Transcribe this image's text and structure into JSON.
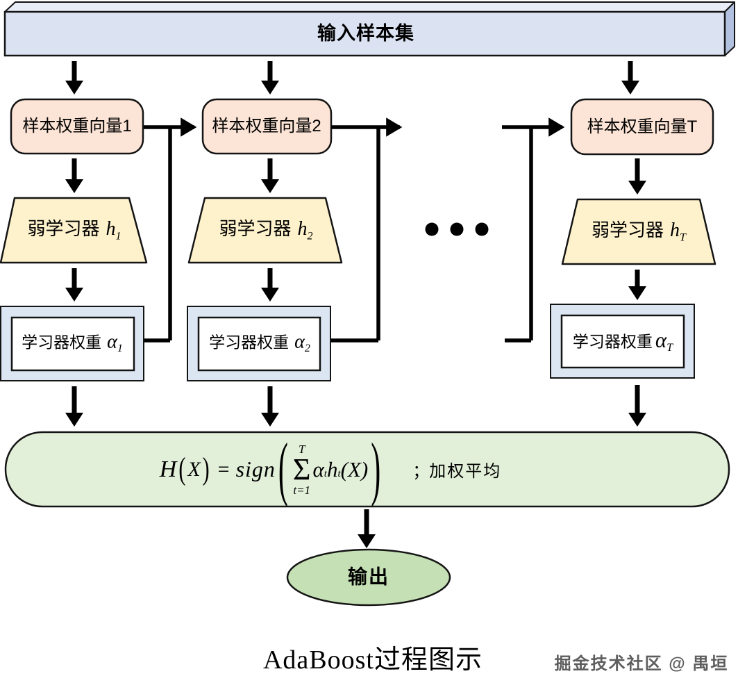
{
  "bar": {
    "label": "输入样本集"
  },
  "columns": [
    {
      "weight_vector": "样本权重向量1",
      "learner_label": "弱学习器",
      "learner_symbol": "h",
      "learner_sub": "1",
      "alpha_label": "学习器权重",
      "alpha_symbol": "α",
      "alpha_sub": "1"
    },
    {
      "weight_vector": "样本权重向量2",
      "learner_label": "弱学习器",
      "learner_symbol": "h",
      "learner_sub": "2",
      "alpha_label": "学习器权重",
      "alpha_symbol": "α",
      "alpha_sub": "2"
    },
    {
      "weight_vector": "样本权重向量T",
      "learner_label": "弱学习器",
      "learner_symbol": "h",
      "learner_sub": "T",
      "alpha_label": "学习器权重",
      "alpha_symbol": "α",
      "alpha_sub": "T"
    }
  ],
  "formula": {
    "func": "H",
    "lp": "(",
    "arg": "X",
    "rp": ")",
    "eq": "=",
    "op": "sign",
    "sum_upper": "T",
    "sum_symbol": "Σ",
    "sum_lower": "t=1",
    "alpha": "α",
    "alpha_sub": "t",
    "h": "h",
    "h_sub": "t",
    "tail": "(X)",
    "sep": "；",
    "note": "加权平均"
  },
  "output": {
    "label": "输出"
  },
  "caption": {
    "title": "AdaBoost过程图示"
  },
  "watermark": {
    "text": "掘金技术社区 @ 禺垣"
  },
  "colors": {
    "bar_top": "#e9edf8",
    "bar_front": "#dbe2f2",
    "bar_side": "#b3c1e1",
    "vector_fill": "#fce4d6",
    "learner_fill": "#fef2cc",
    "alpha_fill": "#dce6f3",
    "alpha_inner": "#ffffff",
    "stadium_fill": "#e2efd9",
    "output_fill": "#c5e0b4",
    "line": "#000000"
  }
}
